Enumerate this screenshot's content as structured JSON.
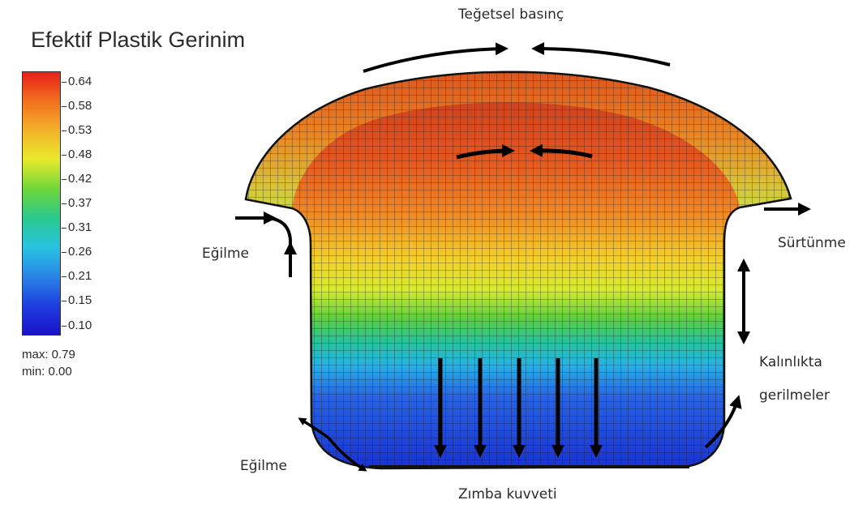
{
  "legend": {
    "title": "Efektif Plastik Gerinim",
    "ticks": [
      "0.64",
      "0.58",
      "0.53",
      "0.48",
      "0.42",
      "0.37",
      "0.31",
      "0.26",
      "0.21",
      "0.15",
      "0.10"
    ],
    "max_label": "max: 0.79",
    "min_label": "min: 0.00",
    "colormap": [
      "#e8201a",
      "#f2701e",
      "#f3b22a",
      "#e8ea2c",
      "#6fd63a",
      "#2ac98e",
      "#27c3e2",
      "#2a84e6",
      "#1e3ee0",
      "#1a12c9"
    ]
  },
  "labels": {
    "tangential_pressure": "Teğetsel basınç",
    "bending_top": "Eğilme",
    "friction": "Sürtünme",
    "thickness_stress_line1": "Kalınlıkta",
    "thickness_stress_line2": "gerilmeler",
    "bending_bottom": "Eğilme",
    "punch_force": "Zımba kuvveti"
  }
}
